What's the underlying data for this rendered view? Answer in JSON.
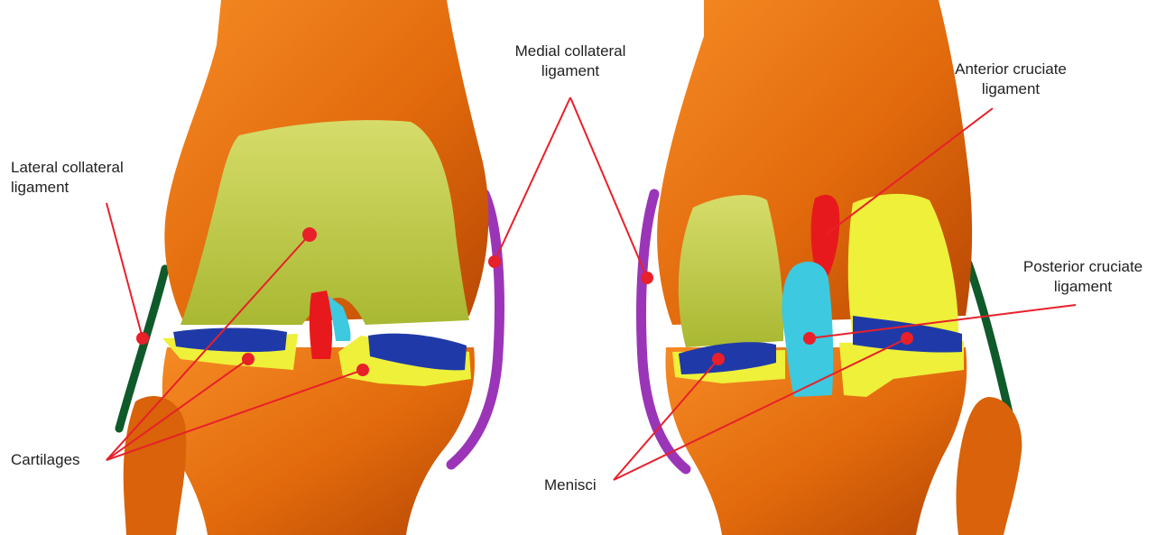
{
  "labels": {
    "lateral_collateral_ligament": [
      "Lateral collateral",
      "ligament"
    ],
    "medial_collateral_ligament": [
      "Medial collateral",
      "ligament"
    ],
    "anterior_cruciate_ligament": [
      "Anterior cruciate",
      "ligament"
    ],
    "posterior_cruciate_ligament": [
      "Posterior cruciate",
      "ligament"
    ],
    "cartilages": "Cartilages",
    "menisci": "Menisci"
  },
  "colors": {
    "bone": "#e8700f",
    "bone_shade": "#c24e05",
    "cartilage": "#c9d34a",
    "cartilage_bright": "#f2f22a",
    "meniscus": "#1f3aa8",
    "anterior_cruciate": "#e8191c",
    "posterior_cruciate": "#3dc9e0",
    "medial_collateral": "#9b35b8",
    "lateral_collateral": "#0f5a2a",
    "pointer": "#e8202a"
  }
}
